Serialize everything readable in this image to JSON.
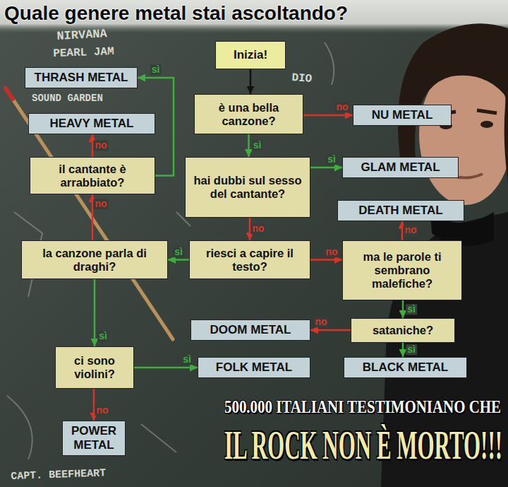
{
  "diagram": {
    "title": "Quale genere metal stai ascoltando?",
    "nodes": [
      {
        "text": [
          "Inizia!"
        ]
      },
      {
        "text": [
          "THRASH METAL"
        ]
      },
      {
        "text": [
          "è una bella canzone?"
        ]
      },
      {
        "text": [
          "NU METAL"
        ]
      },
      {
        "text": [
          "HEAVY METAL"
        ]
      },
      {
        "text": [
          "il cantante è arrabbiato?"
        ]
      },
      {
        "text": [
          "hai dubbi sul sesso del cantante?"
        ]
      },
      {
        "text": [
          "GLAM METAL"
        ]
      },
      {
        "text": [
          "DEATH METAL"
        ]
      },
      {
        "text": [
          "la canzone parla di draghi?"
        ]
      },
      {
        "text": [
          "riesci a capire il testo?"
        ]
      },
      {
        "text": [
          "ma le parole ti sembrano malefiche?"
        ]
      },
      {
        "text": [
          "DOOM METAL"
        ]
      },
      {
        "text": [
          "sataniche?"
        ]
      },
      {
        "text": [
          "ci sono violini?"
        ]
      },
      {
        "text": [
          "FOLK METAL"
        ]
      },
      {
        "text": [
          "BLACK METAL"
        ]
      },
      {
        "text": [
          "POWER METAL"
        ]
      }
    ],
    "edges": [
      {
        "from": 0,
        "to": 2,
        "arrow": "to"
      },
      {
        "from": 2,
        "to": 3,
        "label": "no",
        "arrow": "to"
      },
      {
        "from": 2,
        "to": 6,
        "label": "sì",
        "arrow": "to"
      },
      {
        "from": 6,
        "to": 7,
        "label": "sì",
        "arrow": "to"
      },
      {
        "from": 6,
        "to": 10,
        "label": "no",
        "arrow": "to"
      },
      {
        "from": 10,
        "to": 9,
        "label": "sì",
        "arrow": "to"
      },
      {
        "from": 10,
        "to": 11,
        "label": "no",
        "arrow": "to"
      },
      {
        "from": 11,
        "to": 8,
        "label": "no",
        "arrow": "to"
      },
      {
        "from": 11,
        "to": 13,
        "label": "sì",
        "arrow": "to"
      },
      {
        "from": 13,
        "to": 12,
        "label": "no",
        "arrow": "to"
      },
      {
        "from": 13,
        "to": 16,
        "label": "sì",
        "arrow": "to"
      },
      {
        "from": 9,
        "to": 5,
        "label": "no",
        "arrow": "to"
      },
      {
        "from": 9,
        "to": 14,
        "label": "sì",
        "arrow": "to"
      },
      {
        "from": 5,
        "to": 4,
        "label": "no",
        "arrow": "to"
      },
      {
        "from": 5,
        "to": 1,
        "label": "sì",
        "arrow": "to"
      },
      {
        "from": 14,
        "to": 15,
        "label": "sì",
        "arrow": "to"
      },
      {
        "from": 14,
        "to": 17,
        "label": "no",
        "arrow": "to"
      }
    ],
    "labels": [
      "NIRVANA",
      "PEARL JAM",
      "SOUND GARDEN",
      "DIO",
      "CAPT. BEEFHEART",
      "500.000 ITALIANI TESTIMONIANO CHE",
      "IL ROCK NON È MORTO!!!"
    ]
  }
}
